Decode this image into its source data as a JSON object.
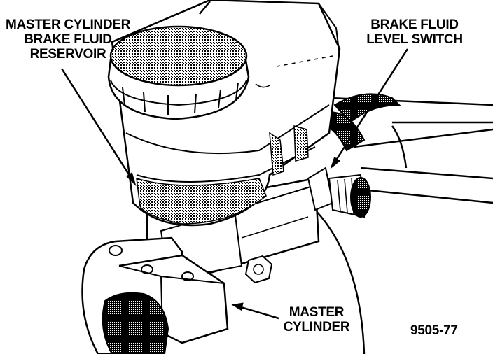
{
  "labels": {
    "reservoir": {
      "lines": [
        "MASTER CYLINDER",
        "BRAKE FLUID",
        "RESERVOIR"
      ]
    },
    "level_switch": {
      "lines": [
        "BRAKE FLUID",
        "LEVEL SWITCH"
      ]
    },
    "master_cylinder": {
      "lines": [
        "MASTER",
        "CYLINDER"
      ]
    }
  },
  "figure_number": "9505-77",
  "colors": {
    "ink": "#000000",
    "paper": "#ffffff",
    "shade": "#555555"
  }
}
